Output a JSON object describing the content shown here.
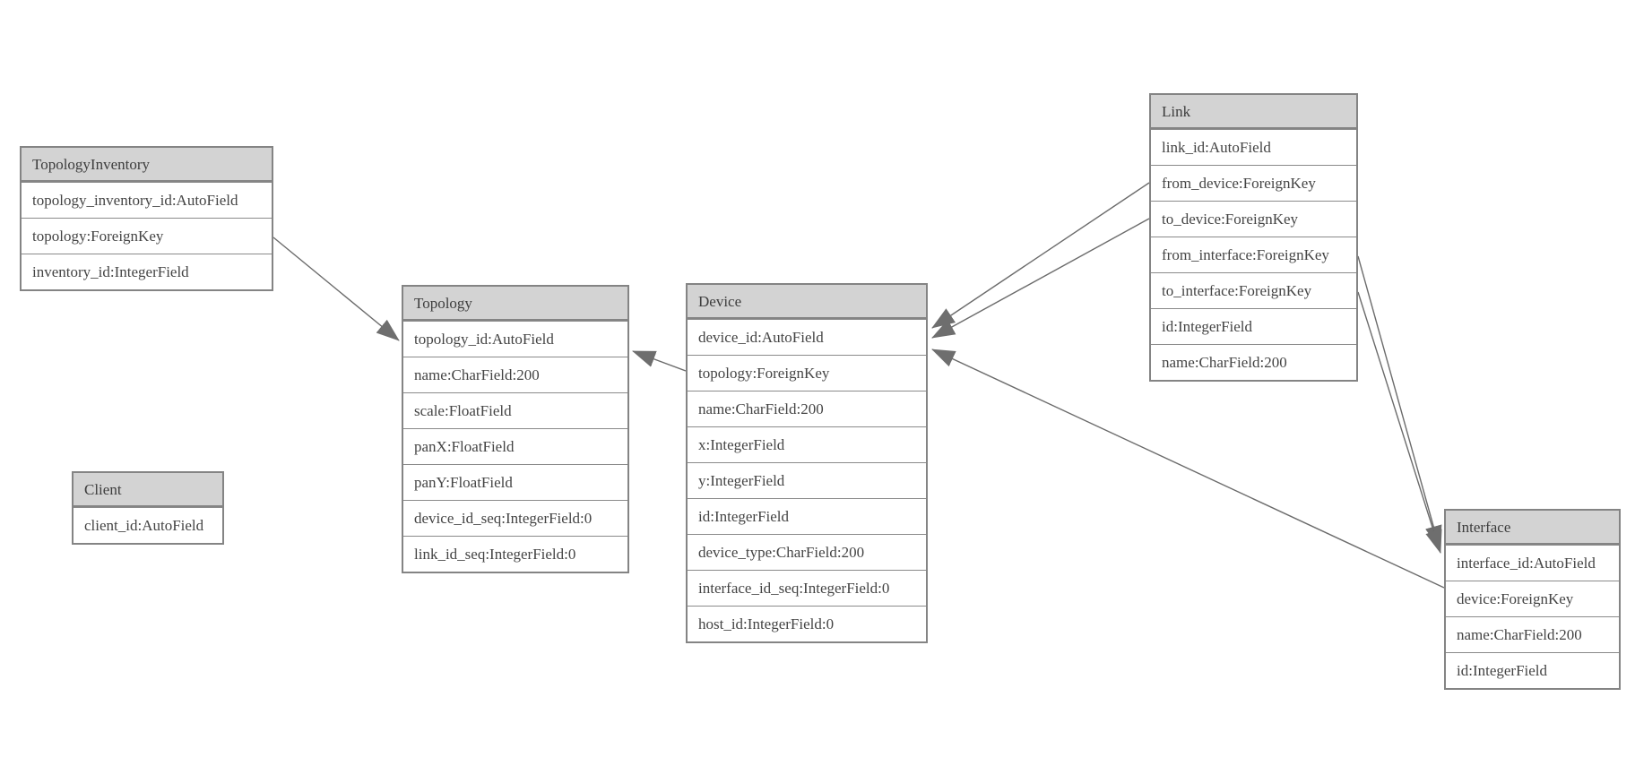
{
  "diagram": {
    "background": "#ffffff",
    "colors": {
      "header_fill": "#d3d3d3",
      "row_fill": "#ffffff",
      "border": "#848484",
      "text": "#444444",
      "edge_stroke": "#6b6b6b",
      "arrow_fill": "#6e6e6e"
    },
    "entities": {
      "topology_inventory": {
        "title": "TopologyInventory",
        "fields": [
          "topology_inventory_id:AutoField",
          "topology:ForeignKey",
          "inventory_id:IntegerField"
        ]
      },
      "topology": {
        "title": "Topology",
        "fields": [
          "topology_id:AutoField",
          "name:CharField:200",
          "scale:FloatField",
          "panX:FloatField",
          "panY:FloatField",
          "device_id_seq:IntegerField:0",
          "link_id_seq:IntegerField:0"
        ]
      },
      "client": {
        "title": "Client",
        "fields": [
          "client_id:AutoField"
        ]
      },
      "device": {
        "title": "Device",
        "fields": [
          "device_id:AutoField",
          "topology:ForeignKey",
          "name:CharField:200",
          "x:IntegerField",
          "y:IntegerField",
          "id:IntegerField",
          "device_type:CharField:200",
          "interface_id_seq:IntegerField:0",
          "host_id:IntegerField:0"
        ]
      },
      "link": {
        "title": "Link",
        "fields": [
          "link_id:AutoField",
          "from_device:ForeignKey",
          "to_device:ForeignKey",
          "from_interface:ForeignKey",
          "to_interface:ForeignKey",
          "id:IntegerField",
          "name:CharField:200"
        ]
      },
      "interface": {
        "title": "Interface",
        "fields": [
          "interface_id:AutoField",
          "device:ForeignKey",
          "name:CharField:200",
          "id:IntegerField"
        ]
      }
    },
    "relationships": [
      {
        "from": "TopologyInventory.topology",
        "to": "Topology"
      },
      {
        "from": "Device.topology",
        "to": "Topology"
      },
      {
        "from": "Link.from_device",
        "to": "Device"
      },
      {
        "from": "Link.to_device",
        "to": "Device"
      },
      {
        "from": "Link.from_interface",
        "to": "Interface"
      },
      {
        "from": "Link.to_interface",
        "to": "Interface"
      },
      {
        "from": "Interface.device",
        "to": "Device"
      }
    ]
  }
}
